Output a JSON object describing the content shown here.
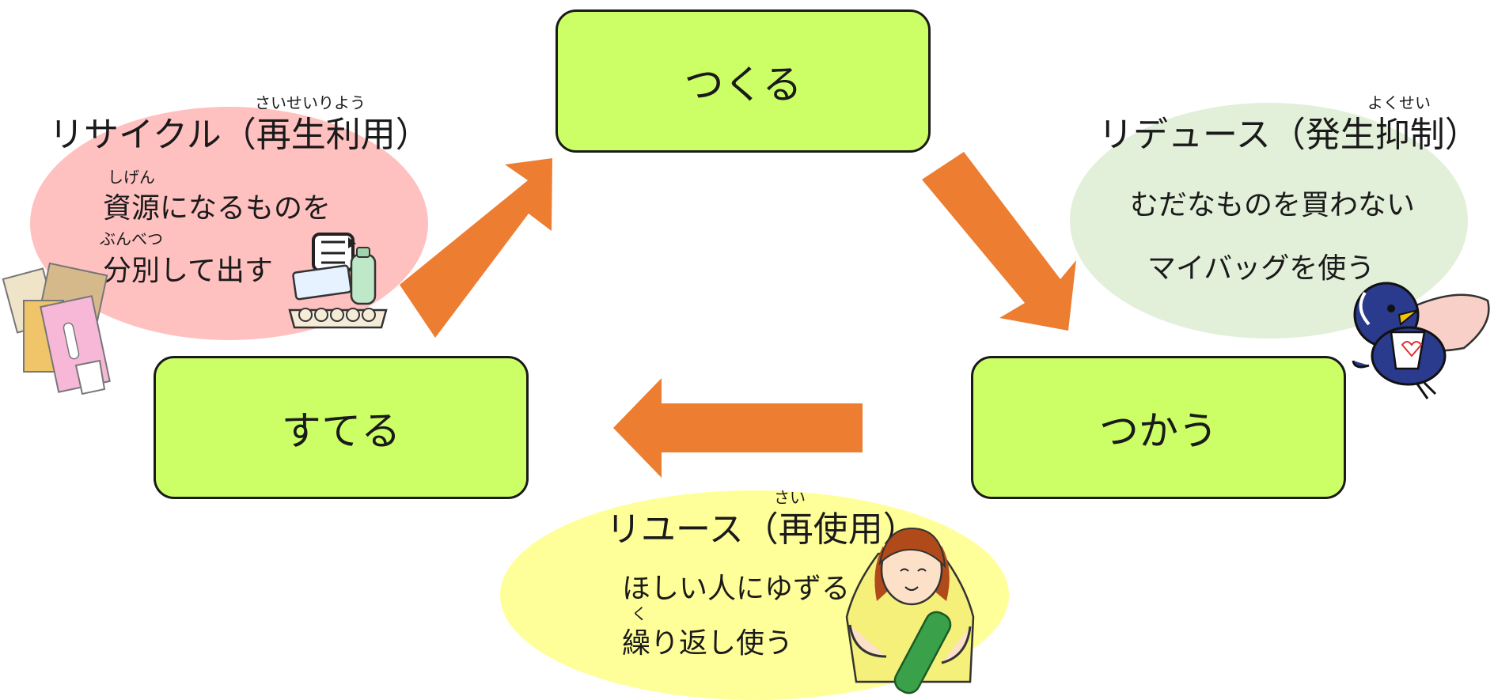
{
  "cycle": {
    "make": "つくる",
    "use": "つかう",
    "discard": "すてる"
  },
  "recycle": {
    "title": "リサイクル（再生利用）",
    "title_ruby": "さいせいりよう",
    "line1": "資源になるものを",
    "line1_ruby": "しげん",
    "line2": "分別して出す",
    "line2_ruby": "ぶんべつ"
  },
  "reduce": {
    "title": "リデュース（発生抑制）",
    "title_ruby": "よくせい",
    "line1": "むだなものを買わない",
    "line2": "マイバッグを使う"
  },
  "reuse": {
    "title": "リユース（再使用）",
    "title_ruby": "さい",
    "line1": "ほしい人にゆずる",
    "line2": "繰り返し使う",
    "line2_ruby": "く"
  },
  "colors": {
    "box_fill": "#ccff66",
    "arrow": "#ed7d31",
    "recycle_ellipse": "#ffc0c0",
    "reduce_ellipse": "#e2efd9",
    "reuse_ellipse": "#ffff99"
  },
  "icons": [
    "recycle-mark-icon",
    "egg-carton-icon",
    "paper-boxes-icon",
    "mascot-bird-icon",
    "woman-with-bottle-icon"
  ]
}
